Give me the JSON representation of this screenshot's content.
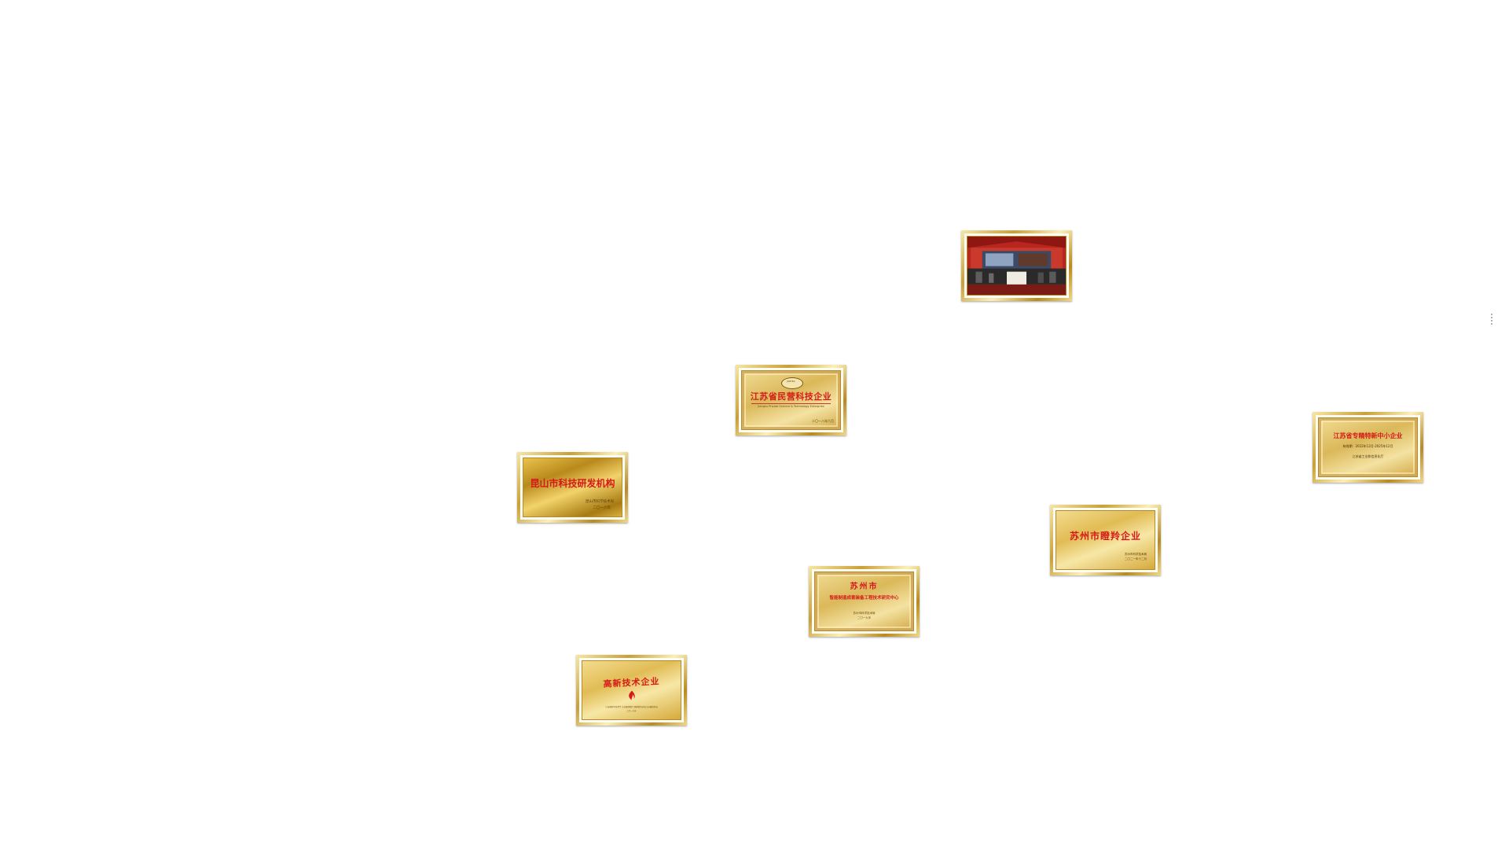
{
  "plaques": {
    "photo": {
      "caption": ""
    },
    "jiangsu_private_tech": {
      "emblem": "JSPTEA",
      "title": "江苏省民营科技企业",
      "subtitle": "Jiangsu Private Science & Technology Enterprise",
      "date": "二〇一八年六月"
    },
    "kunshan_rd": {
      "title": "昆山市科技研发机构",
      "issuer": "昆山市科学技术局",
      "date": "二〇一六年"
    },
    "suzhou_center": {
      "title": "苏州市",
      "line2": "智能制造成套装备工程技术研究中心",
      "issuer": "苏州市科学技术局",
      "date": "二〇一九年"
    },
    "suzhou_gazelle": {
      "title": "苏州市瞪羚企业",
      "issuer": "苏州市科学技术局",
      "date": "二〇二一年十二月"
    },
    "jiangsu_specialized": {
      "title": "江苏省专精特新中小企业",
      "validity": "有效期：2022年12月-2025年12月",
      "issuer": "江苏省工业和信息化厅"
    },
    "high_tech": {
      "title": "高新技术企业",
      "footer": "江苏省科学技术厅  江苏省财政厅  国家税务总局江苏省税务局",
      "date": "二〇一九年"
    }
  },
  "colors": {
    "title_red": "#d61a1a",
    "frame_gold": "#c9a038",
    "background": "#ffffff"
  }
}
